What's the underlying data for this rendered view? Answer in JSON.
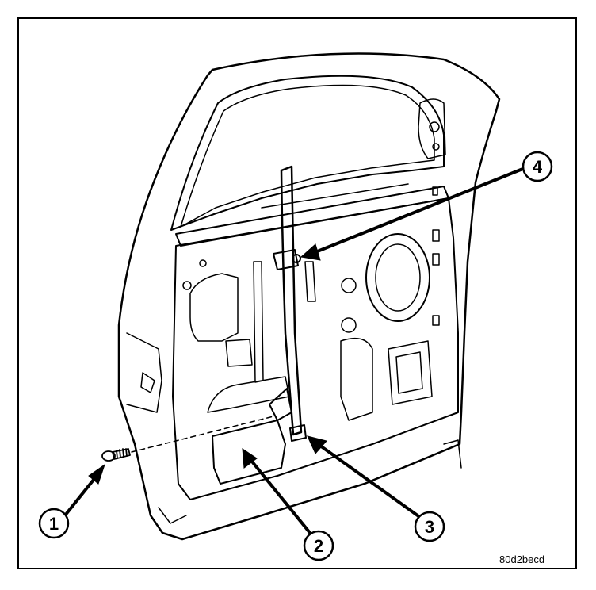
{
  "diagram": {
    "callouts": [
      {
        "id": "1",
        "label": "1"
      },
      {
        "id": "2",
        "label": "2"
      },
      {
        "id": "3",
        "label": "3"
      },
      {
        "id": "4",
        "label": "4"
      }
    ],
    "figure_code": "80d2becd"
  },
  "colors": {
    "ink": "#000000",
    "paper": "#ffffff"
  }
}
